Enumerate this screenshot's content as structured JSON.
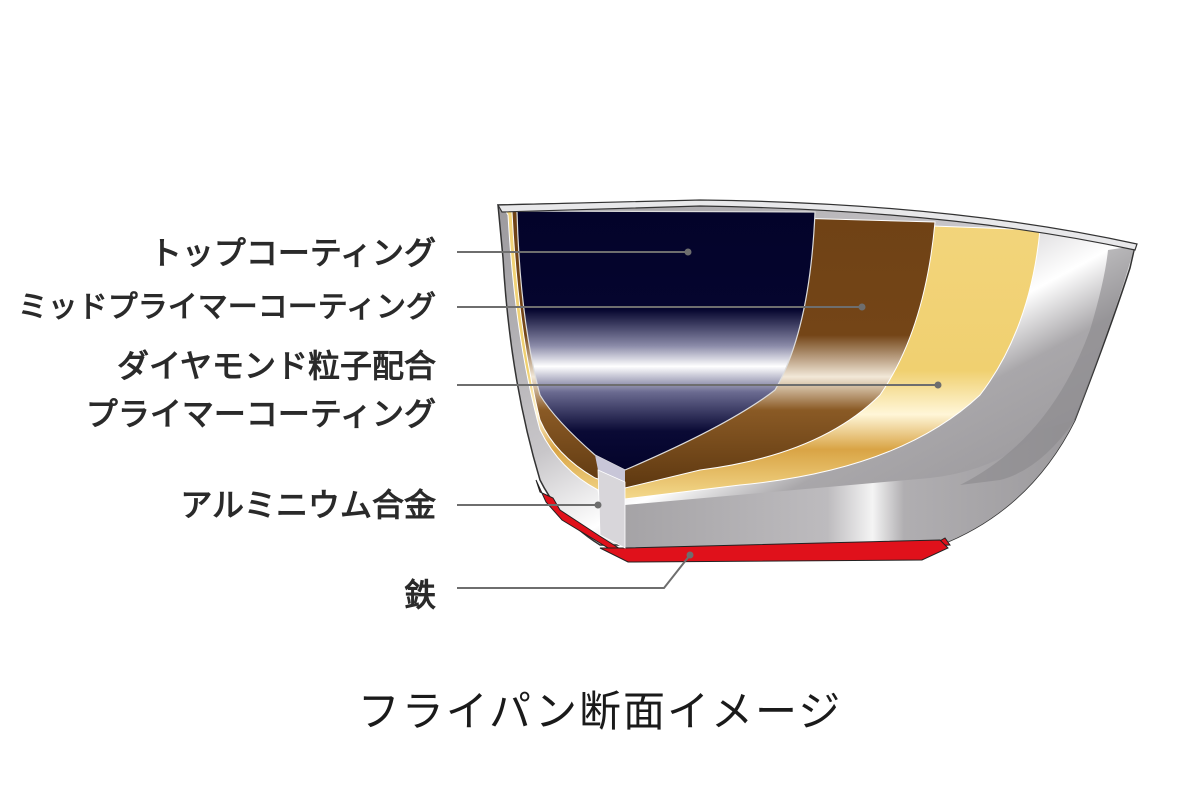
{
  "diagram": {
    "title": "フライパン断面イメージ",
    "subject": "frying-pan-cross-section",
    "layers": [
      {
        "id": "top-coating",
        "label": "トップコーティング",
        "color": "#050528"
      },
      {
        "id": "mid-primer-coating",
        "label": "ミッドプライマーコーティング",
        "color": "#714416"
      },
      {
        "id": "diamond-primer-coating",
        "label_line1": "ダイヤモンド粒子配合",
        "label_line2": "プライマーコーティング",
        "color": "#efcf73"
      },
      {
        "id": "aluminum-alloy",
        "label": "アルミニウム合金",
        "color": "#a8a6a8"
      },
      {
        "id": "iron",
        "label": "鉄",
        "color": "#e0111b"
      }
    ],
    "leader_line_color": "#6e6e6e",
    "text_color": "#2a2a2a"
  }
}
